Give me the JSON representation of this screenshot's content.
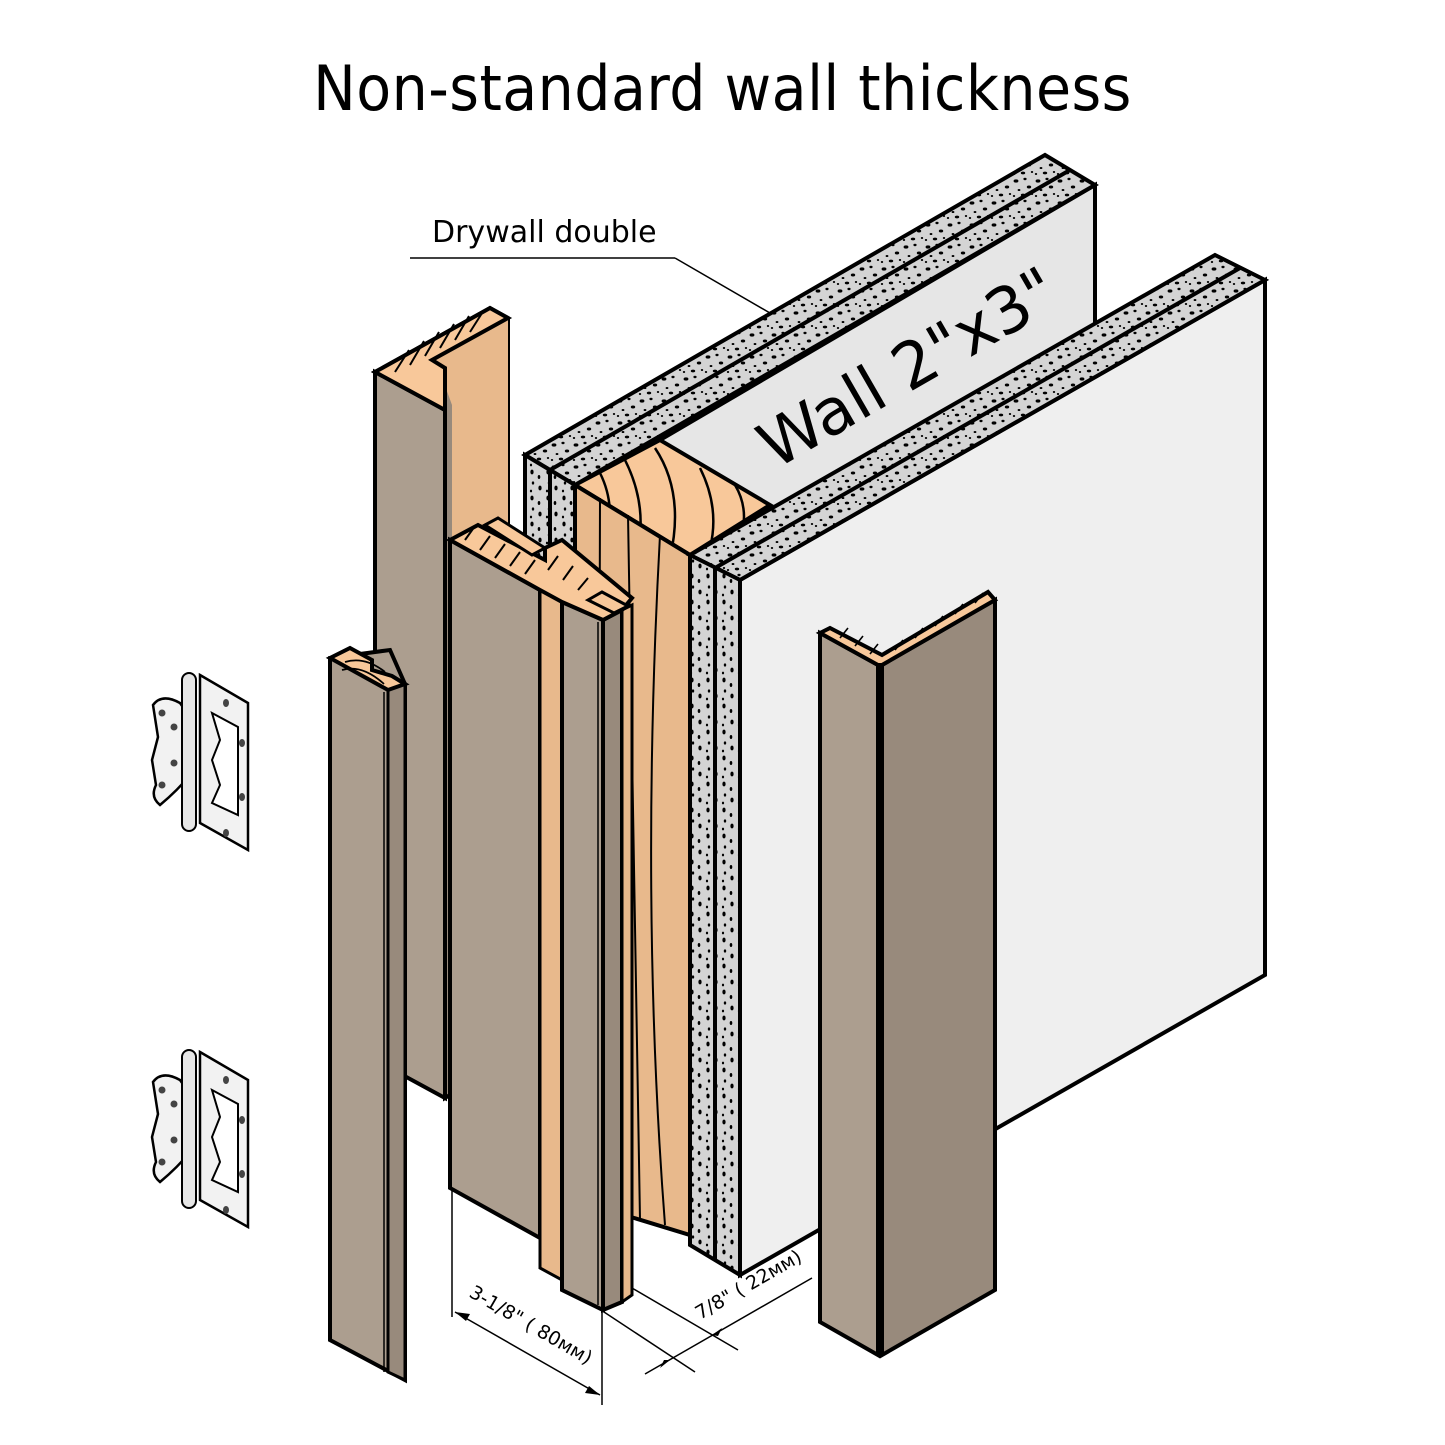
{
  "title": "Non-standard wall thickness",
  "callouts": {
    "drywall_label": "Drywall double",
    "wall_label": "Wall 2\"x3\""
  },
  "dimensions": {
    "frame_depth": "3-1/8\" ( 80мм)",
    "casing_offset": "7/8\" ( 22мм)"
  },
  "components": [
    {
      "name": "door-frame-jamb-l-profile",
      "count": 1
    },
    {
      "name": "telescopic-extension-board",
      "count": 1
    },
    {
      "name": "door-frame-box-with-slots",
      "count": 1
    },
    {
      "name": "wooden-stud-2x3",
      "count": 1
    },
    {
      "name": "drywall-double-layer",
      "count": 2
    },
    {
      "name": "l-shaped-casing",
      "count": 1
    },
    {
      "name": "butterfly-hinge",
      "count": 2
    }
  ],
  "colors": {
    "frame_face": "#ac9e8f",
    "frame_side": "#988a7c",
    "wood_end": "#f8c89a",
    "wood_stud": "#e8b98c",
    "drywall_core": "#d4d4d4",
    "drywall_face": "#efefef",
    "outline": "#000000"
  }
}
